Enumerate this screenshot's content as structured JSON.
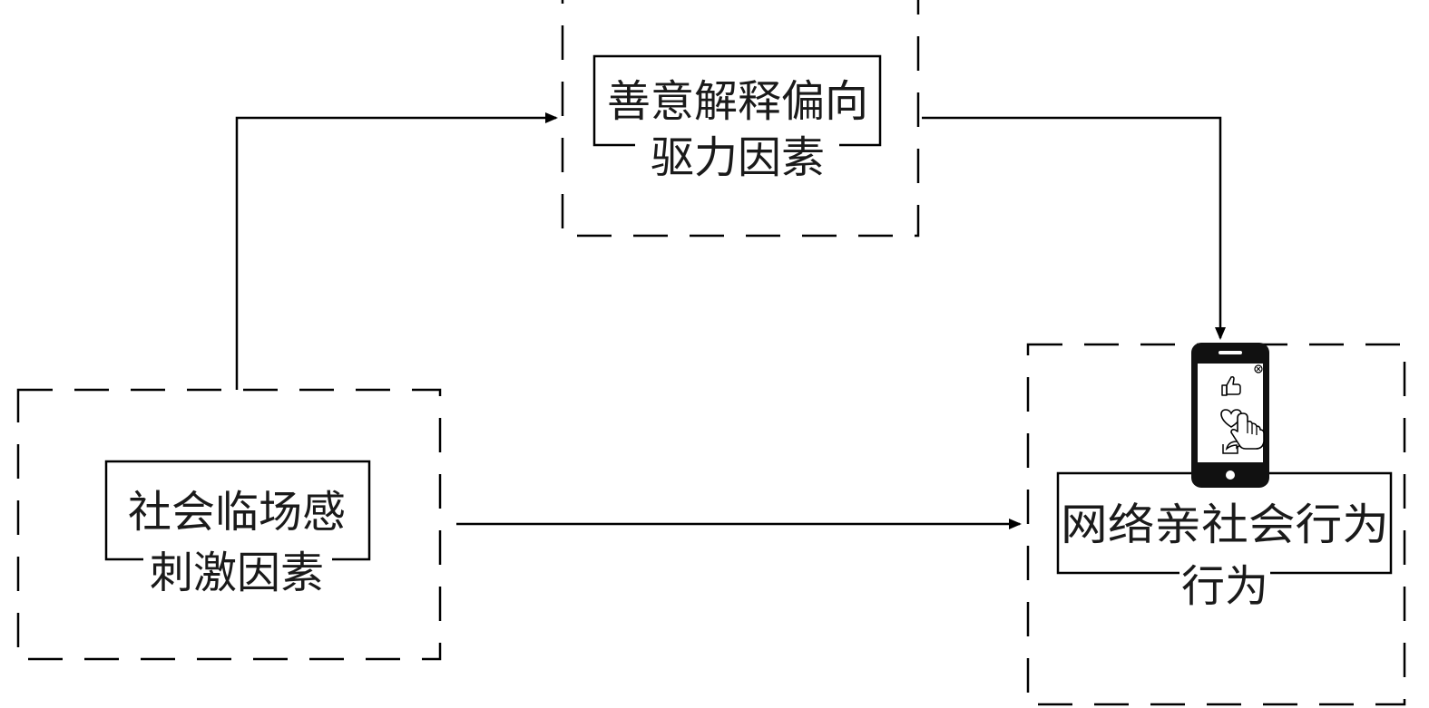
{
  "diagram": {
    "nodes": {
      "stimulus": {
        "line1": "社会临场感",
        "line2": "刺激因素"
      },
      "drive": {
        "line1": "善意解释偏向",
        "line2": "驱力因素"
      },
      "behavior": {
        "line1": "网络亲社会行为",
        "line2": "行为"
      }
    },
    "edges": [
      {
        "from": "stimulus",
        "to": "drive"
      },
      {
        "from": "drive",
        "to": "behavior"
      },
      {
        "from": "stimulus",
        "to": "behavior"
      }
    ],
    "icons": {
      "phone": "smartphone-icon",
      "like": "thumbs-up-icon",
      "heart": "heart-icon",
      "share": "share-icon",
      "hand": "pointing-hand-icon",
      "close": "close-icon"
    },
    "colors": {
      "line": "#000000",
      "text": "#1a1a1a",
      "phone_body": "#111111",
      "phone_screen": "#ffffff"
    }
  }
}
